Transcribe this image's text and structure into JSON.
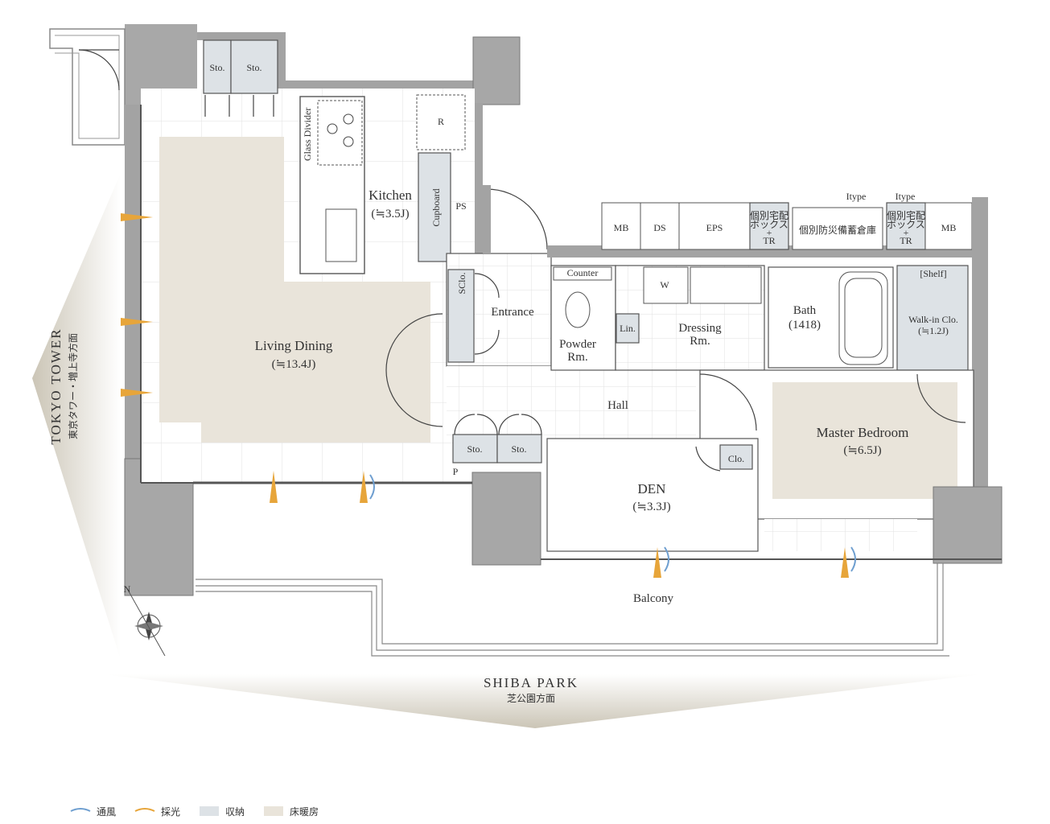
{
  "rooms": {
    "living": {
      "name": "Living Dining",
      "area": "(≒13.4J)"
    },
    "kitchen": {
      "name": "Kitchen",
      "area": "(≒3.5J)"
    },
    "master": {
      "name": "Master Bedroom",
      "area": "(≒6.5J)"
    },
    "den": {
      "name": "DEN",
      "area": "(≒3.3J)"
    },
    "entrance": "Entrance",
    "hall": "Hall",
    "powder": {
      "line1": "Powder",
      "line2": "Rm."
    },
    "dressing": {
      "line1": "Dressing",
      "line2": "Rm."
    },
    "bath": {
      "name": "Bath",
      "size": "(1418)"
    },
    "walkin": {
      "name": "Walk-in Clo.",
      "area": "(≒1.2J)"
    },
    "balcony": "Balcony"
  },
  "fixtures": {
    "sto": "Sto.",
    "sclo": "SClo.",
    "clo": "Clo.",
    "lin": "Lin.",
    "ps": "PS",
    "p": "P",
    "counter": "Counter",
    "w": "W",
    "r": "R",
    "cupboard": "Cupboard",
    "glass_divider": "Glass Divider",
    "shelf": "[Shelf]",
    "mb": "MB",
    "ds": "DS",
    "eps": "EPS",
    "delivery_box_1": "個別宅配",
    "delivery_box_2": "ボックス",
    "delivery_box_3": "+",
    "delivery_box_4": "TR",
    "disaster_storage": "個別防災備蓄倉庫",
    "itype": "Itype"
  },
  "directions": {
    "left_en": "TOKYO TOWER",
    "left_jp": "東京タワー・増上寺方面",
    "bottom_en": "SHIBA PARK",
    "bottom_jp": "芝公園方面",
    "north": "N"
  },
  "legend": [
    {
      "label": "通風",
      "color": "#6f9fd0"
    },
    {
      "label": "採光",
      "color": "#e7a53a"
    },
    {
      "label": "収納",
      "color": "#dde2e6"
    },
    {
      "label": "床暖房",
      "color": "#e9e4da"
    }
  ]
}
